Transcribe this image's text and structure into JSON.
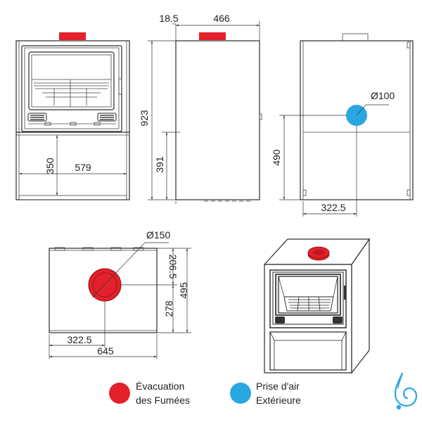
{
  "dimensions": {
    "front_height_350": "350",
    "front_width_579": "579",
    "side_top_offset": "18.5",
    "side_depth": "466",
    "side_total_height": "923",
    "side_opening_height": "391",
    "back_air_diameter": "Ø100",
    "back_air_height": "490",
    "back_air_offset": "322.5",
    "top_flue_diameter": "Ø150",
    "top_flue_back_offset": "206.5",
    "top_total_depth": "495",
    "top_flue_front_offset": "278",
    "top_flue_side_offset": "322.5",
    "top_total_width": "645"
  },
  "legend": {
    "smoke": {
      "line1": "Évacuation",
      "line2": "des Fumées",
      "color": "#e4202a"
    },
    "air": {
      "line1": "Prise d'air",
      "line2": "Extérieure",
      "color": "#29a7e1"
    }
  },
  "colors": {
    "flue_red": "#e4202a",
    "air_blue": "#29a7e1",
    "logo_blue": "#29a7e1"
  }
}
